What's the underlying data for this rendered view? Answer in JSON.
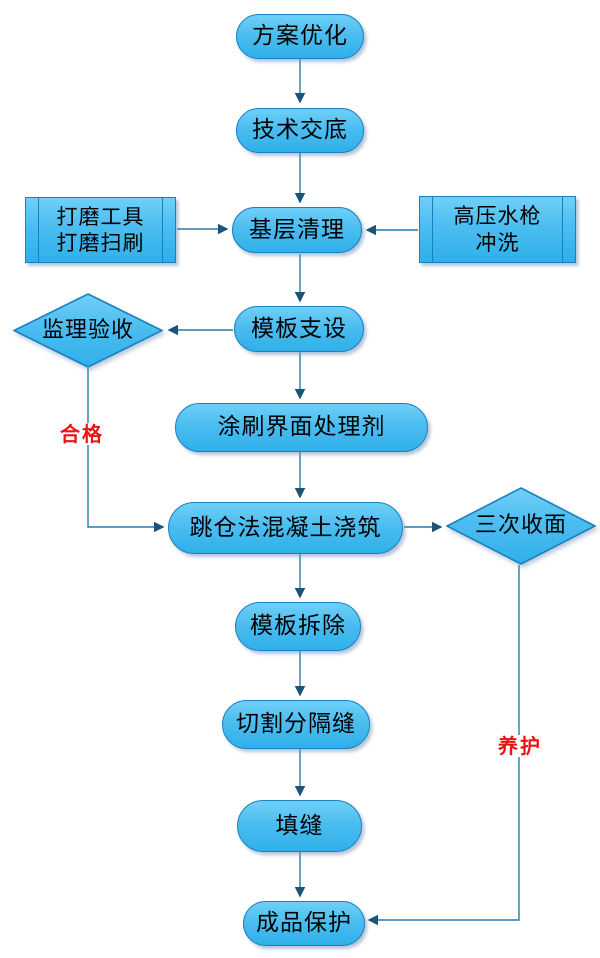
{
  "diagram": {
    "type": "flowchart",
    "language": "zh-CN",
    "nodes": [
      {
        "id": "plan-optimization",
        "shape": "pill",
        "label": "方案优化"
      },
      {
        "id": "technical-disclosure",
        "shape": "pill",
        "label": "技术交底"
      },
      {
        "id": "base-cleaning",
        "shape": "pill",
        "label": "基层清理"
      },
      {
        "id": "grinding-tools",
        "shape": "predefined-process",
        "label": "打磨工具\n打磨扫刷"
      },
      {
        "id": "high-pressure-water-gun",
        "shape": "predefined-process",
        "label": "高压水枪\n冲洗"
      },
      {
        "id": "formwork-erection",
        "shape": "pill",
        "label": "模板支设"
      },
      {
        "id": "supervision-acceptance",
        "shape": "diamond",
        "label": "监理验收"
      },
      {
        "id": "interface-agent-coating",
        "shape": "pill",
        "label": "涂刷界面处理剂"
      },
      {
        "id": "jump-bin-concrete-pouring",
        "shape": "pill",
        "label": "跳仓法混凝土浇筑"
      },
      {
        "id": "third-surface-finishing",
        "shape": "diamond",
        "label": "三次收面"
      },
      {
        "id": "formwork-removal",
        "shape": "pill",
        "label": "模板拆除"
      },
      {
        "id": "cut-separation-joint",
        "shape": "pill",
        "label": "切割分隔缝"
      },
      {
        "id": "joint-filling",
        "shape": "pill",
        "label": "填缝"
      },
      {
        "id": "finished-product-protection",
        "shape": "pill",
        "label": "成品保护"
      }
    ],
    "edge_labels": [
      {
        "id": "qualified",
        "label": "合格"
      },
      {
        "id": "curing",
        "label": "养护"
      }
    ],
    "colors": {
      "shape_fill_top": "#6fd0f7",
      "shape_fill_bottom": "#2fb0e9",
      "shape_border": "#1a7fc1",
      "connector_line": "#2a7aa8",
      "arrowhead": "#1b5379",
      "edge_label_text": "#ee1111",
      "node_text": "#000000",
      "background": "#ffffff"
    }
  }
}
